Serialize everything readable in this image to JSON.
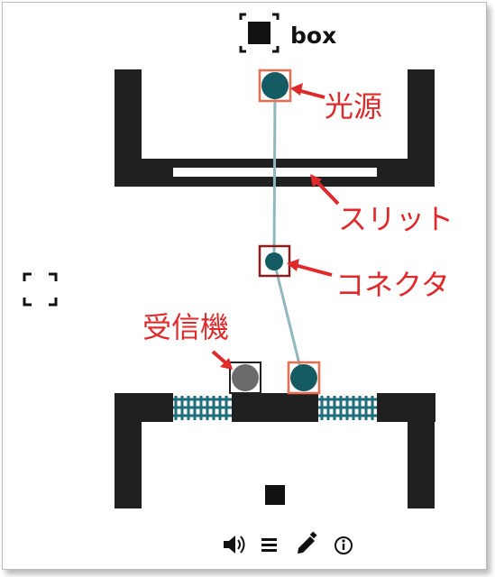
{
  "header": {
    "title": "box",
    "icon": "box-icon"
  },
  "annotations": {
    "light_source": "光源",
    "slit": "スリット",
    "connector": "コネクタ",
    "receiver": "受信機"
  },
  "toolbar": {
    "items": [
      {
        "icon": "speaker-icon"
      },
      {
        "icon": "menu-icon"
      },
      {
        "icon": "pencil-icon"
      },
      {
        "icon": "info-icon"
      }
    ]
  },
  "colors": {
    "wall": "#202020",
    "node": "#155b63",
    "selection": "#ee6b4d",
    "connector_box": "#8a1e1e",
    "beam": "#8fb7bf",
    "annotation": "#e0292b",
    "receiver": "#6b6b6b"
  }
}
